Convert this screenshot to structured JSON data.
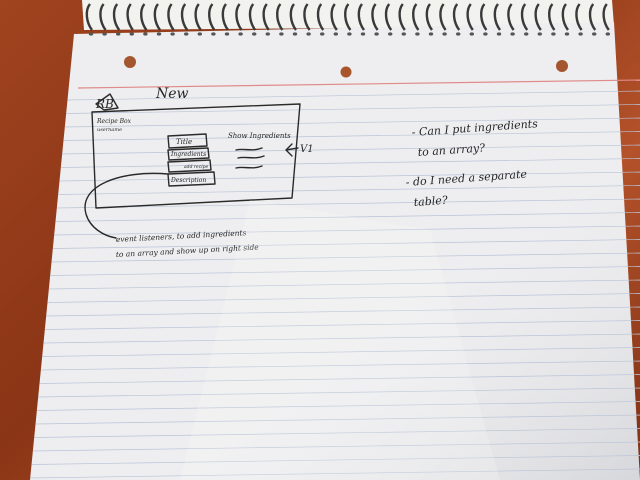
{
  "notebook": {
    "header_word": "New",
    "page_icon_label": "RB",
    "mockup": {
      "app_title_line1": "Recipe Box",
      "app_title_line2": "username",
      "fields": [
        "Title",
        "Ingredients",
        "add recipe",
        "Description"
      ],
      "side_label": "Show Ingredients",
      "arrow_label": "V1"
    },
    "note_under_mockup_line1": "event listeners, to add ingredients",
    "note_under_mockup_line2": "to an array and show up on right side",
    "questions": [
      {
        "line1": "- Can I put ingredients",
        "line2": "to an array?"
      },
      {
        "line1": "- do I need a separate",
        "line2": "table?"
      }
    ]
  }
}
